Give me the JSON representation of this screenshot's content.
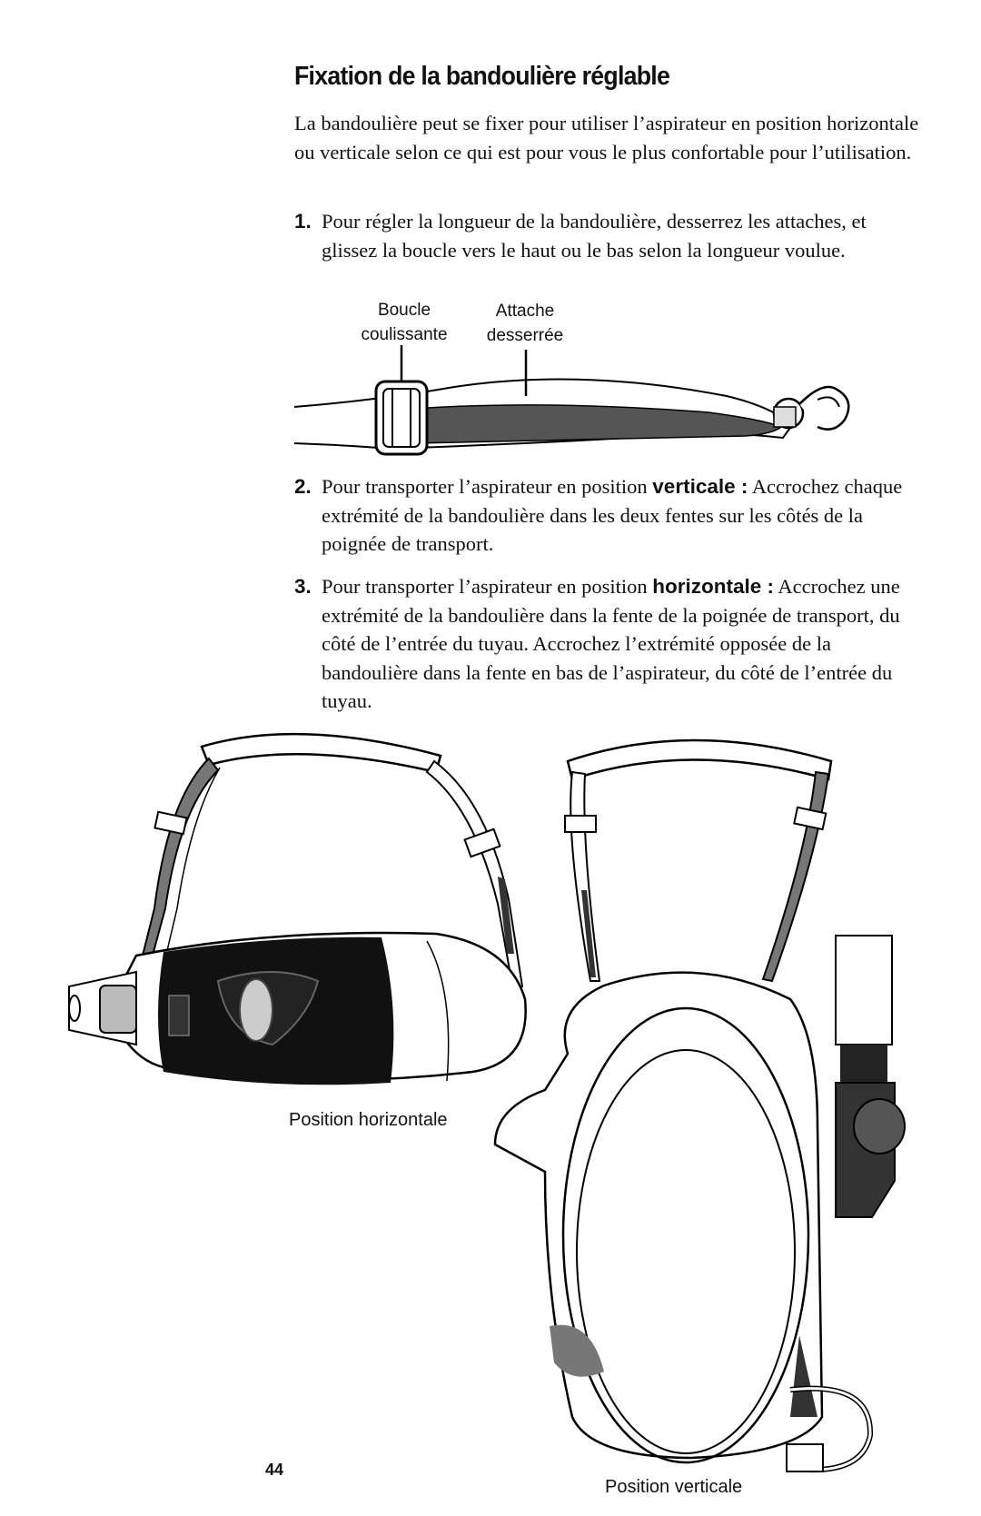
{
  "page": {
    "title": "Fixation de la bandoulière réglable",
    "intro": "La bandoulière peut se fixer pour utiliser l’aspirateur en position horizontale ou verticale selon ce qui est pour vous le plus confortable pour l’utilisation.",
    "page_number": "44"
  },
  "steps": [
    {
      "number": "1.",
      "text": "Pour régler la longueur de la bandoulière, desserrez les attaches, et glissez la boucle vers le haut ou le bas selon la longueur voulue."
    },
    {
      "number": "2.",
      "text_before": "Pour transporter l’aspirateur en position ",
      "keyword": "verticale :",
      "text_after": " Accrochez chaque extrémité de la bandoulière dans les deux fentes sur les côtés de la poignée de transport."
    },
    {
      "number": "3.",
      "text_before": "Pour transporter l’aspirateur en position ",
      "keyword": "horizontale :",
      "text_after": " Accrochez une extrémité de la bandoulière dans la fente de la poignée de transport, du côté de l’entrée du tuyau. Accrochez l’extrémité opposée de la bandoulière dans la fente en bas de l’aspirateur, du côté de l’entrée du tuyau."
    }
  ],
  "figure_labels": {
    "boucle_line1": "Boucle",
    "boucle_line2": "coulissante",
    "attache_line1": "Attache",
    "attache_line2": "desserrée",
    "horizontal": "Position horizontale",
    "vertical": "Position verticale"
  }
}
